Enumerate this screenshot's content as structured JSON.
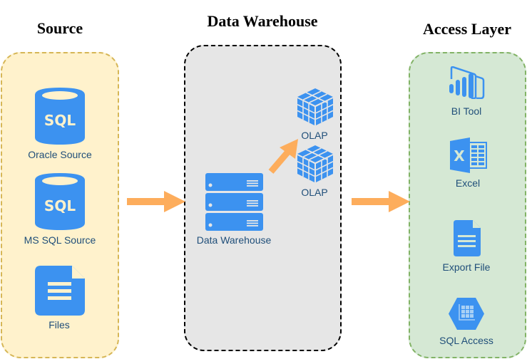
{
  "colors": {
    "icon_blue": "#3c92f0",
    "arrow_orange": "#fdad5c",
    "source_fill": "#fff2cc",
    "source_border": "#d6b656",
    "warehouse_fill": "#e6e6e6",
    "warehouse_border": "#000000",
    "access_fill": "#d5e8d4",
    "access_border": "#82b366",
    "label_text": "#1f4e79"
  },
  "sections": {
    "source": {
      "title": "Source",
      "items": [
        {
          "label": "Oracle Source",
          "icon": "sql-database-icon"
        },
        {
          "label": "MS SQL Source",
          "icon": "sql-database-icon"
        },
        {
          "label": "Files",
          "icon": "document-icon"
        }
      ]
    },
    "warehouse": {
      "title": "Data Warehouse",
      "items": [
        {
          "label": "Data Warehouse",
          "icon": "server-stack-icon"
        },
        {
          "label": "OLAP",
          "icon": "cube-icon"
        },
        {
          "label": "OLAP",
          "icon": "cube-icon"
        }
      ]
    },
    "access": {
      "title": "Access Layer",
      "items": [
        {
          "label": "BI Tool",
          "icon": "power-bi-icon"
        },
        {
          "label": "Excel",
          "icon": "excel-icon"
        },
        {
          "label": "Export File",
          "icon": "document-icon"
        },
        {
          "label": "SQL Access",
          "icon": "sql-table-hexagon-icon"
        }
      ]
    }
  },
  "connections": [
    {
      "from": "source",
      "to": "warehouse"
    },
    {
      "from": "data-warehouse",
      "to": "olap"
    },
    {
      "from": "warehouse",
      "to": "access"
    }
  ]
}
